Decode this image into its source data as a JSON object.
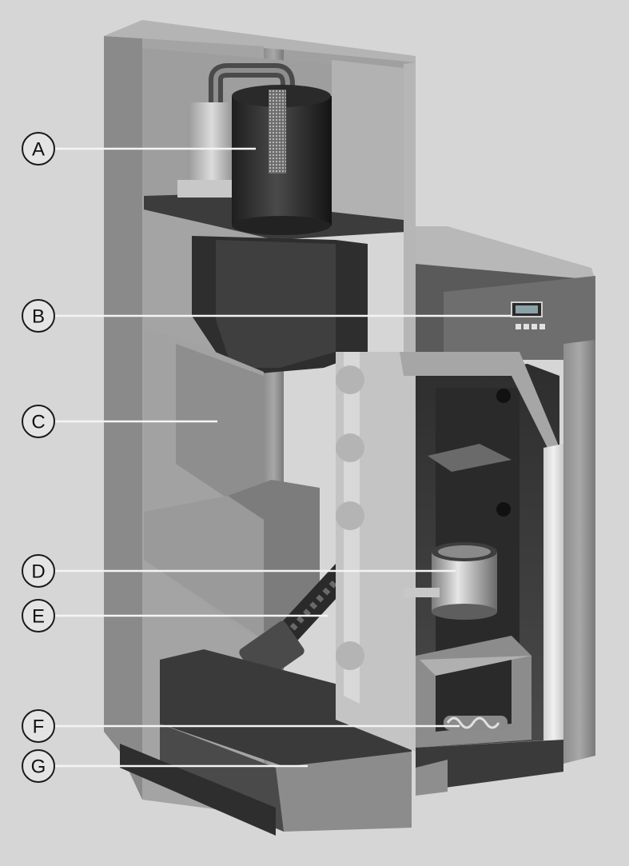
{
  "callouts": [
    {
      "id": "A",
      "label": "A"
    },
    {
      "id": "B",
      "label": "B"
    },
    {
      "id": "C",
      "label": "C"
    },
    {
      "id": "D",
      "label": "D"
    },
    {
      "id": "E",
      "label": "E"
    },
    {
      "id": "F",
      "label": "F"
    },
    {
      "id": "G",
      "label": "G"
    }
  ],
  "colors": {
    "background": "#d6d6d6",
    "casing": "#9c9c9c",
    "casing_dark": "#5a5a5a",
    "interior": "#3a3a3a",
    "insulation": "#e8e8e8"
  }
}
